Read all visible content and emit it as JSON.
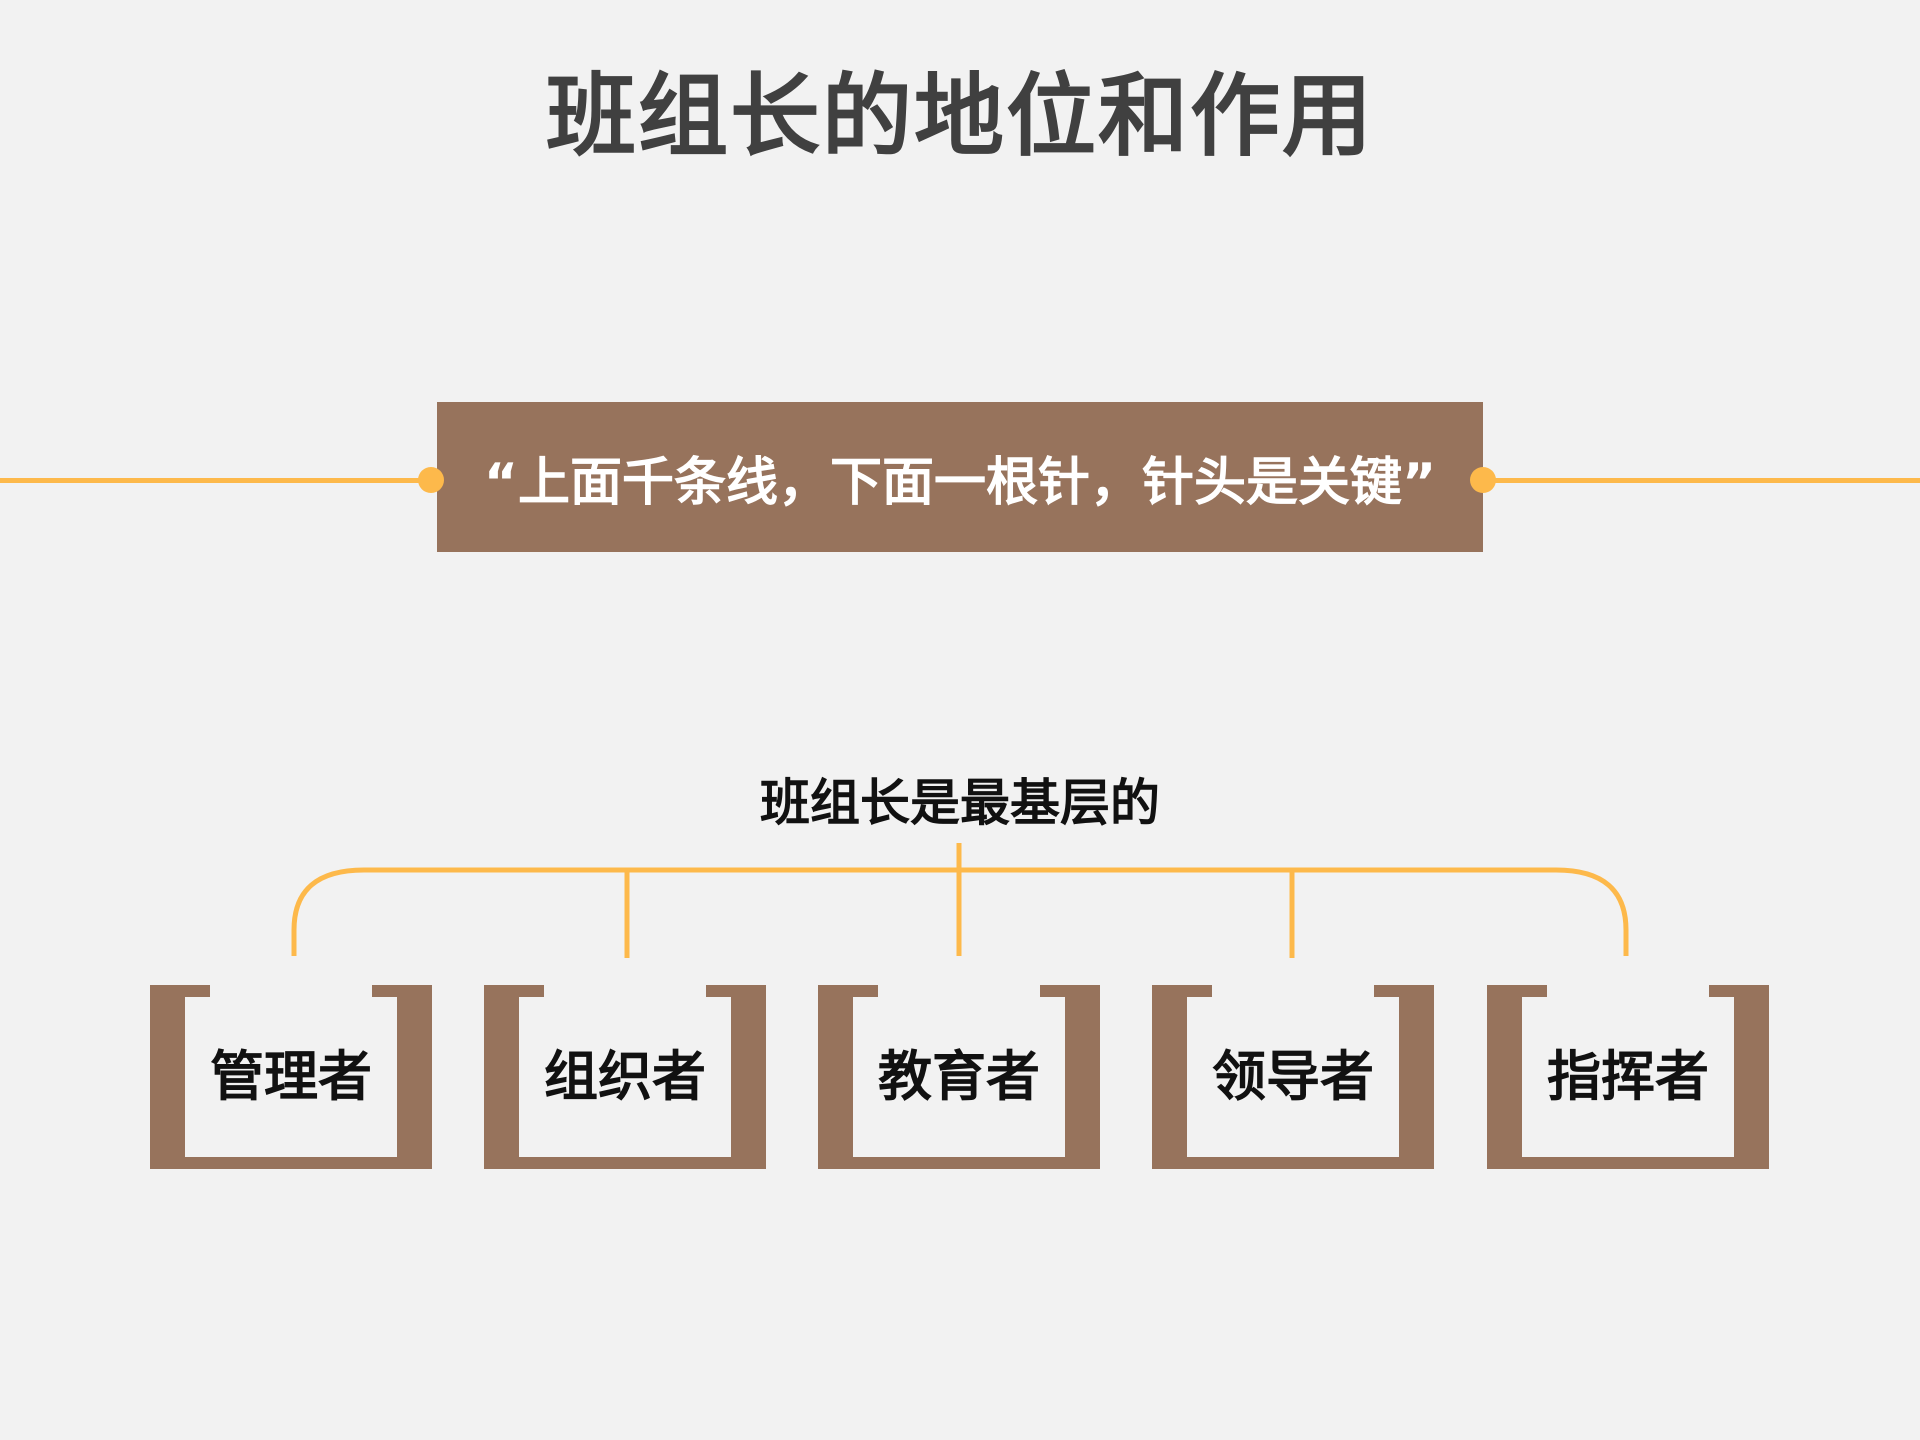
{
  "title": "班组长的地位和作用",
  "quote": "“上面千条线，下面一根针，针头是关键”",
  "subtitle": "班组长是最基层的",
  "roles": [
    {
      "label": "管理者"
    },
    {
      "label": "组织者"
    },
    {
      "label": "教育者"
    },
    {
      "label": "领导者"
    },
    {
      "label": "指挥者"
    }
  ],
  "colors": {
    "background": "#f2f2f2",
    "accent": "#fdb94b",
    "box": "#97735c",
    "title": "#404040"
  }
}
